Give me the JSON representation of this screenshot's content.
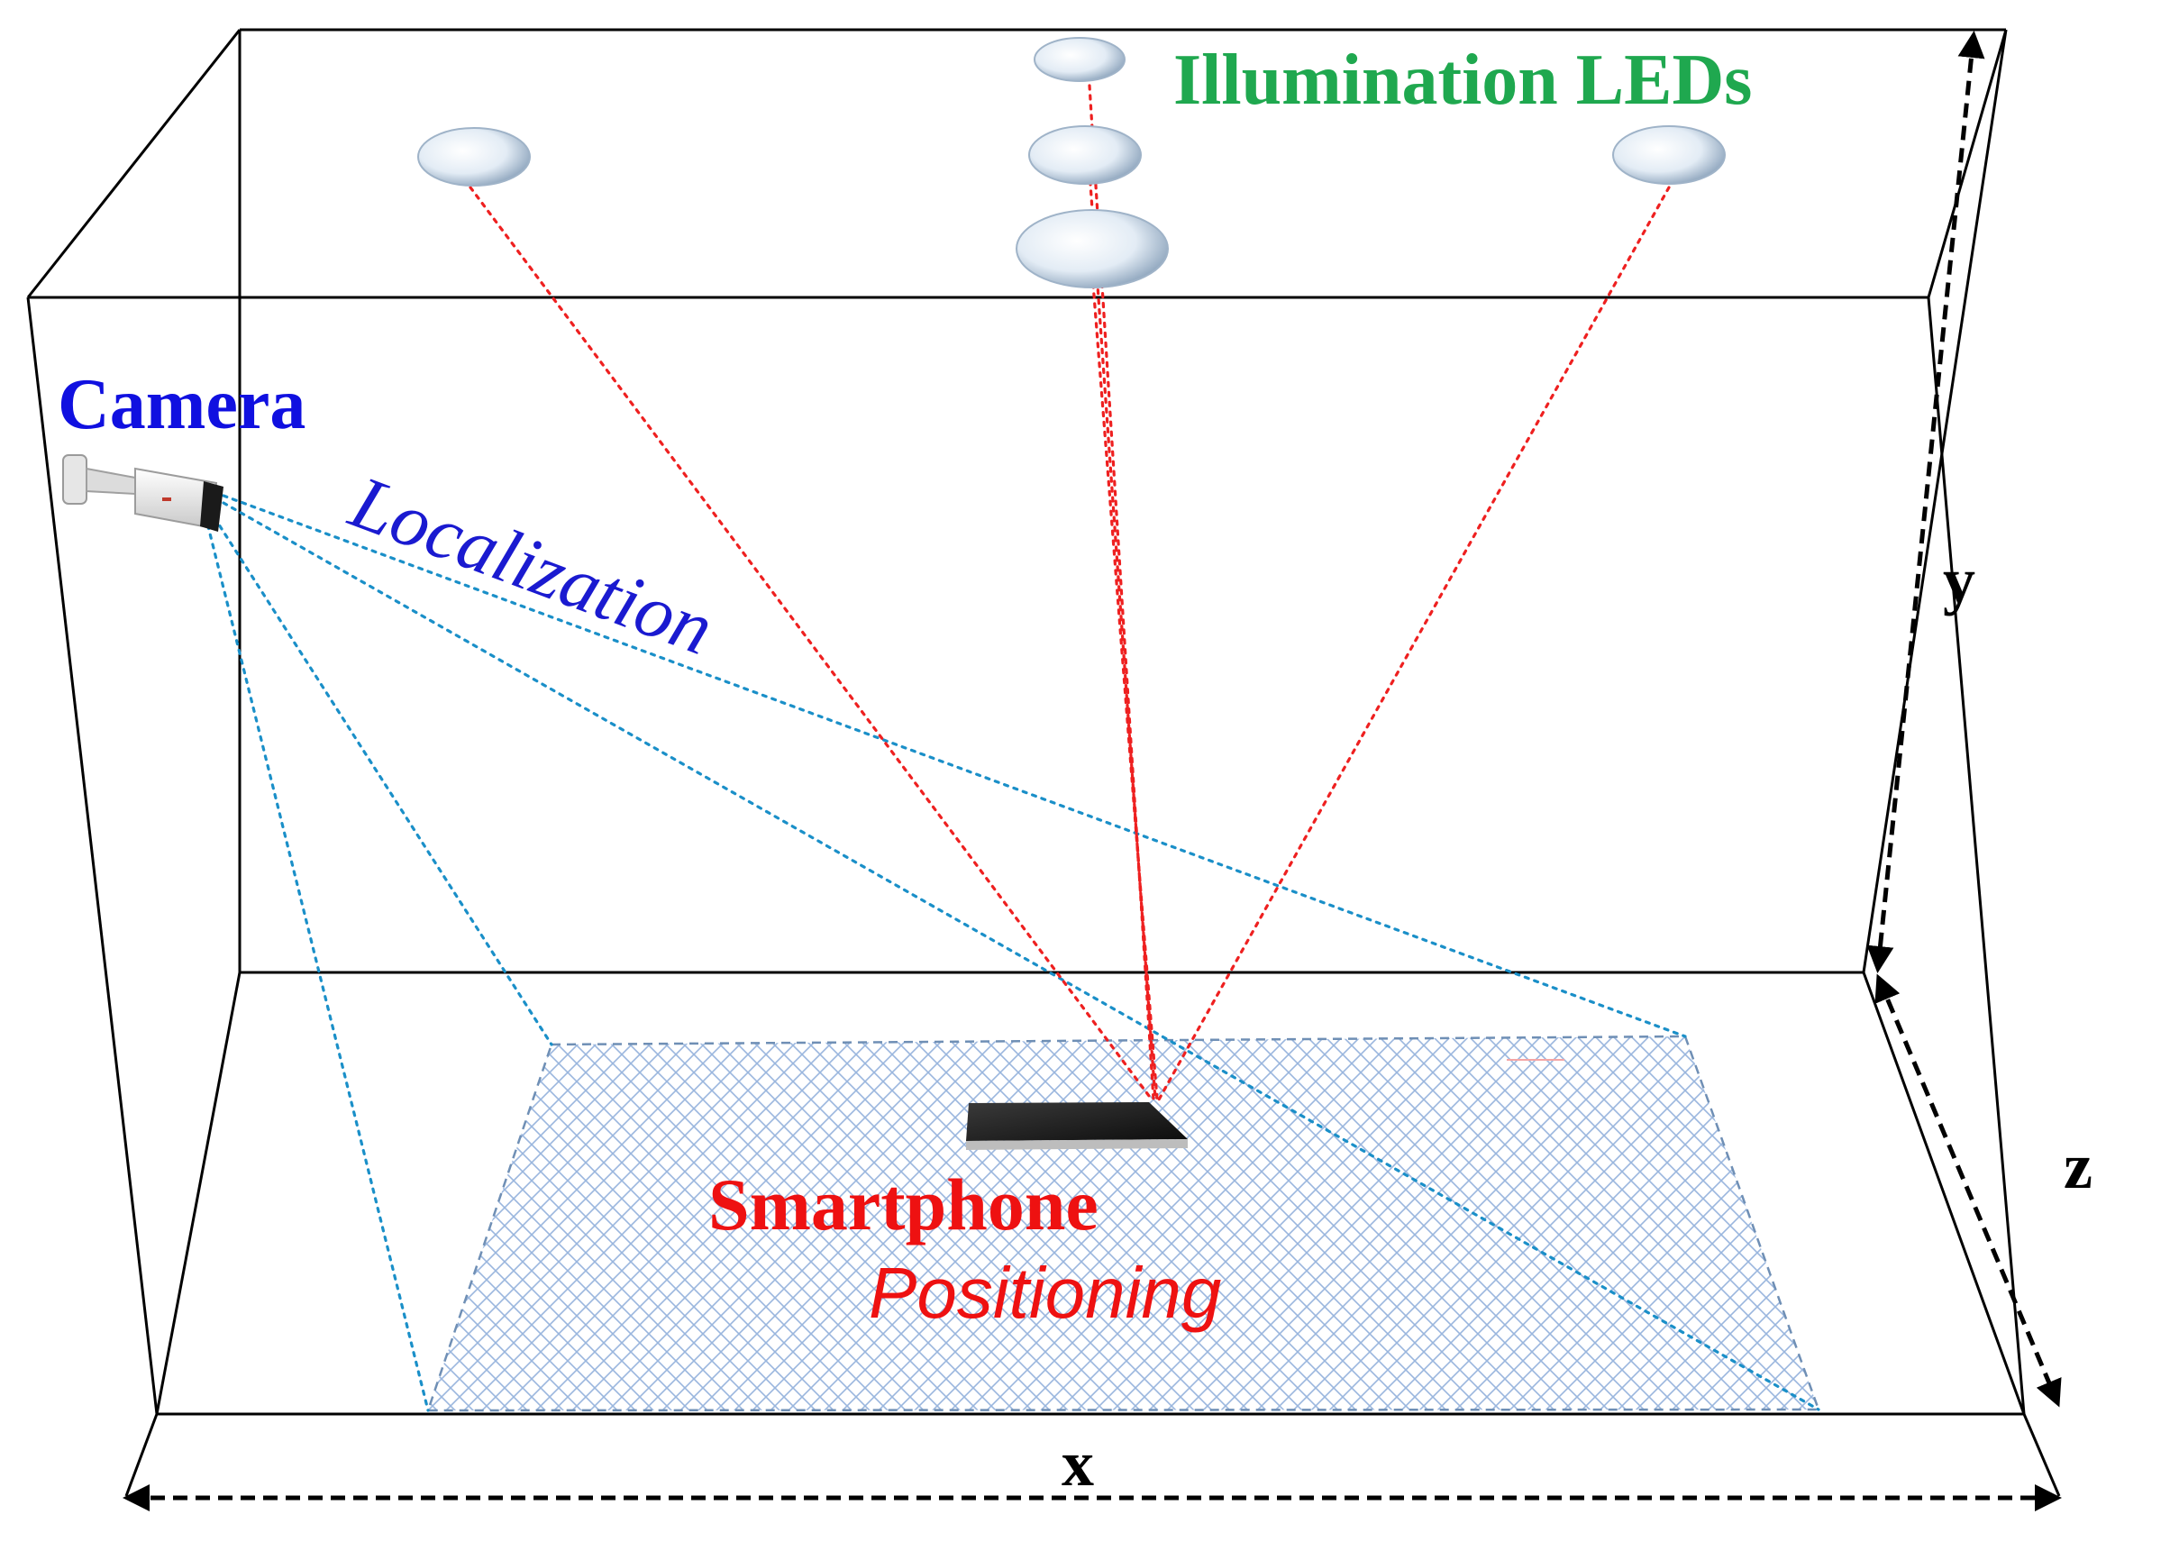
{
  "labels": {
    "leds": "Illumination LEDs",
    "camera": "Camera",
    "localization": "Localization",
    "smartphone": "Smartphone",
    "positioning": "Positioning",
    "axis_x": "x",
    "axis_y": "y",
    "axis_z": "z"
  },
  "colors": {
    "box_edge": "#000000",
    "leds_label": "#1fa84f",
    "camera_label": "#1010e0",
    "localization_label": "#1a1ad0",
    "smartphone_label": "#ee1111",
    "positioning_label": "#ee1111",
    "led_ray": "#ee2020",
    "camera_ray": "#1a8fc8",
    "coverage_fill": "#d6e4f5",
    "coverage_edge": "#6f8fb5",
    "axis_arrow": "#000000"
  },
  "icons": {
    "led": "led-lamp-icon",
    "camera": "surveillance-camera-icon",
    "smartphone": "smartphone-icon"
  }
}
